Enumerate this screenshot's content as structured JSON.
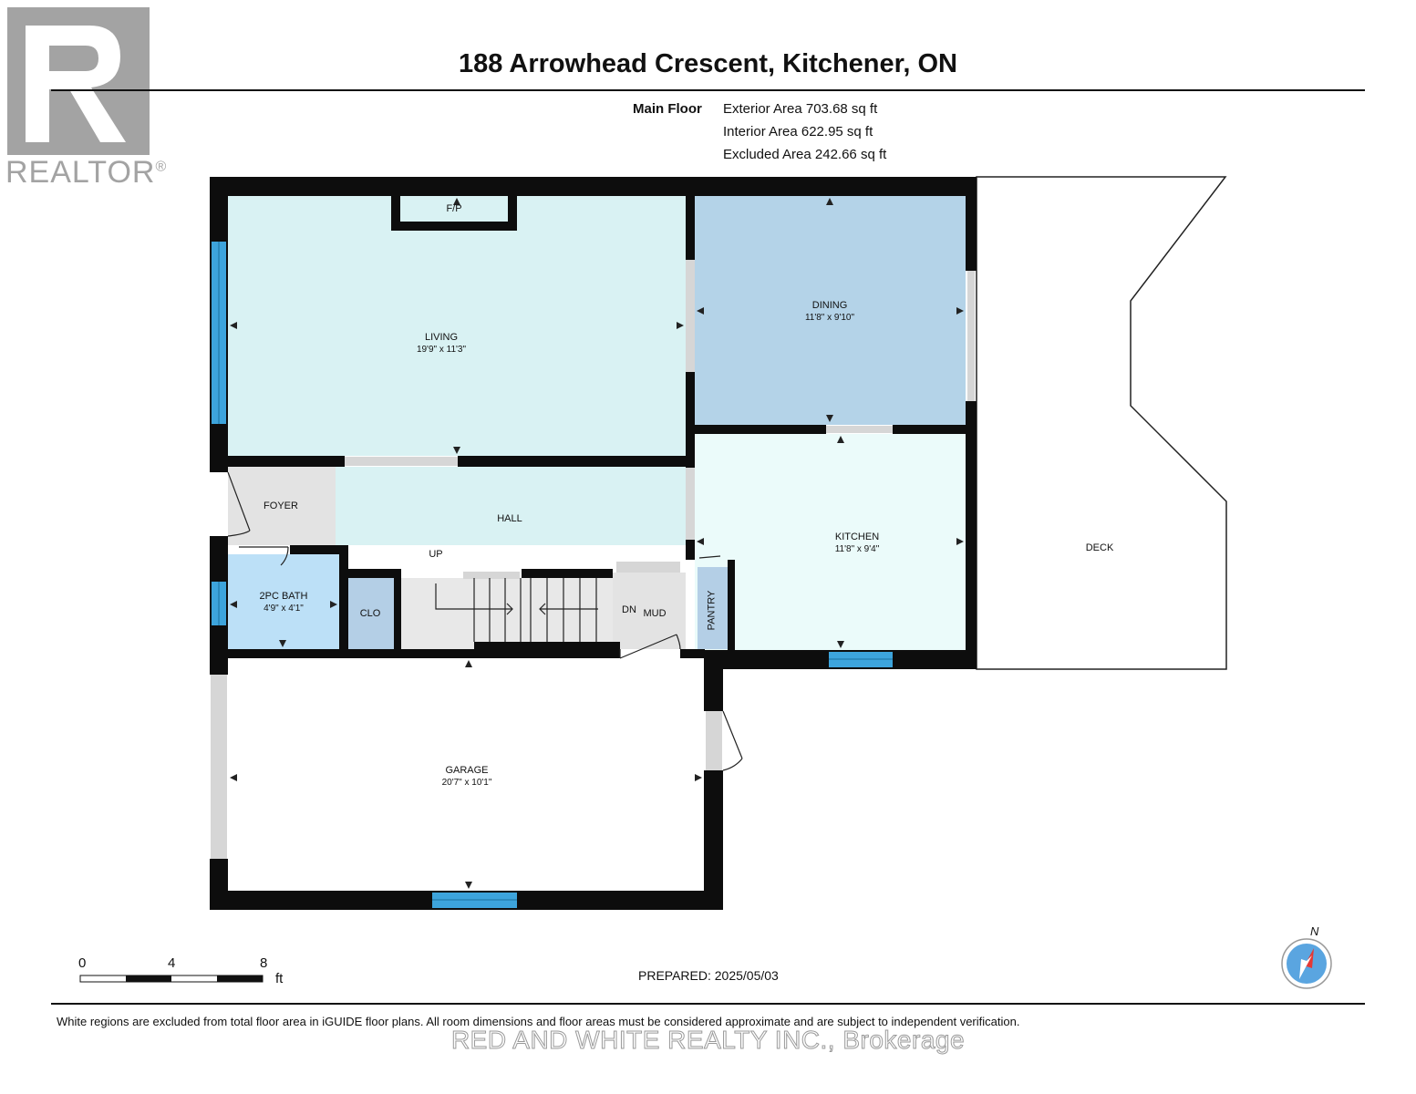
{
  "header": {
    "address": "188 Arrowhead Crescent, Kitchener, ON",
    "logo_text": "REALTOR",
    "logo_mark": "®"
  },
  "floor_info": {
    "floor_name": "Main Floor",
    "exterior_area": "Exterior Area 703.68 sq ft",
    "interior_area": "Interior Area 622.95 sq ft",
    "excluded_area": "Excluded Area 242.66 sq ft"
  },
  "rooms": {
    "fireplace": "F/P",
    "living": {
      "name": "LIVING",
      "dims": "19'9\" x 11'3\""
    },
    "dining": {
      "name": "DINING",
      "dims": "11'8\" x 9'10\""
    },
    "foyer": {
      "name": "FOYER"
    },
    "hall": {
      "name": "HALL"
    },
    "up": "UP",
    "kitchen": {
      "name": "KITCHEN",
      "dims": "11'8\" x 9'4\""
    },
    "deck": {
      "name": "DECK"
    },
    "bath": {
      "name": "2PC BATH",
      "dims": "4'9\" x 4'1\""
    },
    "clo": {
      "name": "CLO"
    },
    "dn": "DN",
    "mud": {
      "name": "MUD"
    },
    "pantry": {
      "name": "PANTRY"
    },
    "garage": {
      "name": "GARAGE",
      "dims": "20'7\" x 10'1\""
    }
  },
  "scale_bar": {
    "labels": [
      "0",
      "4",
      "8"
    ],
    "unit": "ft"
  },
  "compass": {
    "label": "N"
  },
  "prepared": "PREPARED: 2025/05/03",
  "footer": {
    "disclaimer": "White regions are excluded from total floor area in iGUIDE floor plans. All room dimensions and floor areas must be considered approximate and are subject to independent verification.",
    "brokerage": "RED AND WHITE REALTY INC., Brokerage"
  },
  "colors": {
    "living": "#d9f2f3",
    "dining": "#b4d3e8",
    "kitchen": "#ebfbfa",
    "bath": "#bce0f7",
    "clo": "#b4cfe6",
    "foyer": "#e3e3e3",
    "window": "#3da4dc",
    "wall": "#0d0d0d",
    "logo": "#a3a3a3",
    "compass": "#e53935"
  }
}
